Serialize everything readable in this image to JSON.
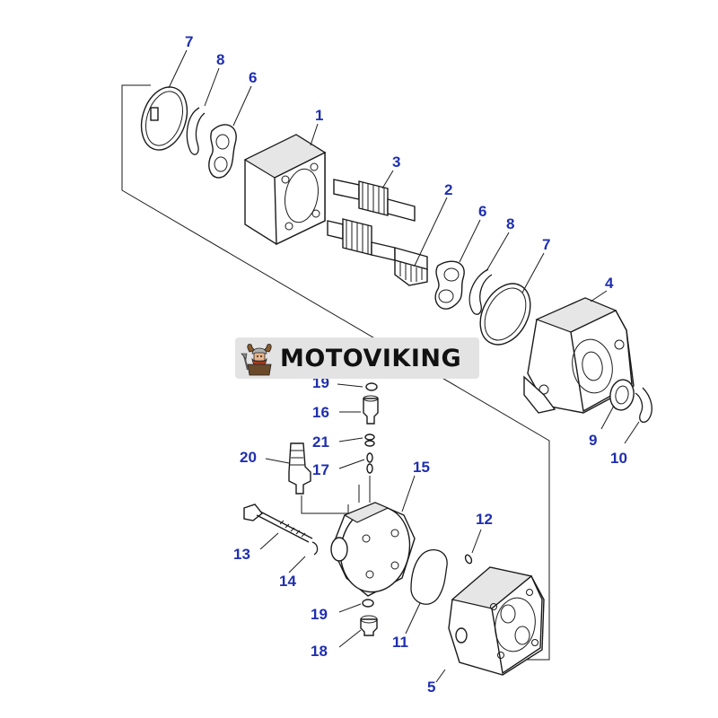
{
  "watermark": {
    "brand": "MOTOVIKING",
    "logo_icon": "viking-warrior-icon"
  },
  "callouts": [
    {
      "id": "c7a",
      "text": "7"
    },
    {
      "id": "c8a",
      "text": "8"
    },
    {
      "id": "c6a",
      "text": "6"
    },
    {
      "id": "c1",
      "text": "1"
    },
    {
      "id": "c3",
      "text": "3"
    },
    {
      "id": "c2",
      "text": "2"
    },
    {
      "id": "c6b",
      "text": "6"
    },
    {
      "id": "c8b",
      "text": "8"
    },
    {
      "id": "c7b",
      "text": "7"
    },
    {
      "id": "c4",
      "text": "4"
    },
    {
      "id": "c9",
      "text": "9"
    },
    {
      "id": "c10",
      "text": "10"
    },
    {
      "id": "c19a",
      "text": "19"
    },
    {
      "id": "c16",
      "text": "16"
    },
    {
      "id": "c21",
      "text": "21"
    },
    {
      "id": "c17",
      "text": "17"
    },
    {
      "id": "c20",
      "text": "20"
    },
    {
      "id": "c15",
      "text": "15"
    },
    {
      "id": "c12",
      "text": "12"
    },
    {
      "id": "c13",
      "text": "13"
    },
    {
      "id": "c14",
      "text": "14"
    },
    {
      "id": "c19b",
      "text": "19"
    },
    {
      "id": "c11",
      "text": "11"
    },
    {
      "id": "c18",
      "text": "18"
    },
    {
      "id": "c5",
      "text": "5"
    }
  ]
}
